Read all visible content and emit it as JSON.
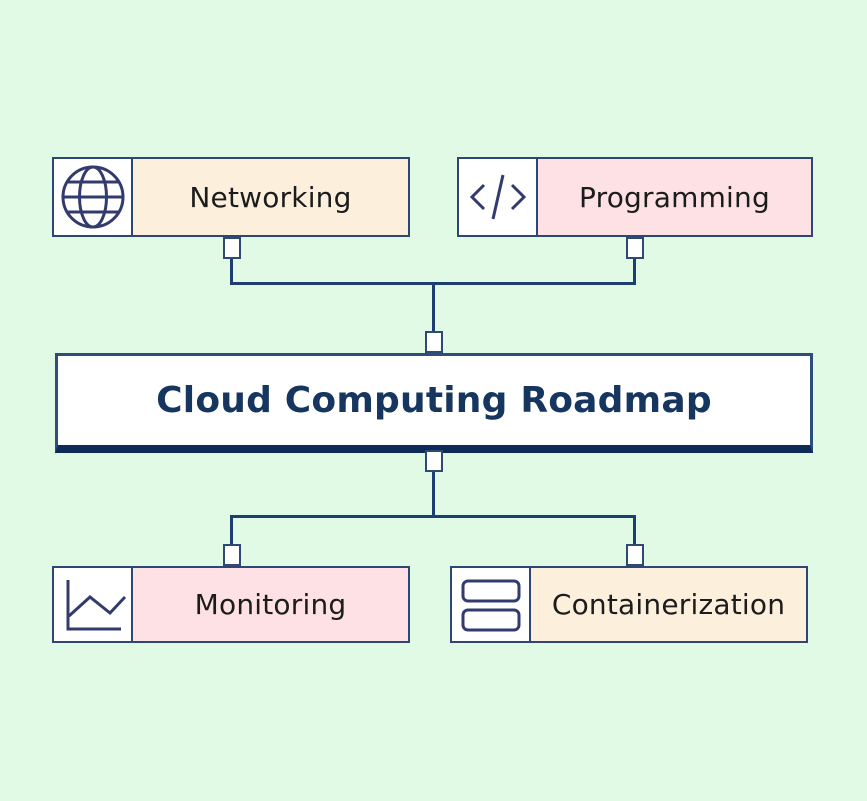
{
  "diagram": {
    "root": {
      "label": "Cloud Computing Roadmap"
    },
    "nodes": [
      {
        "id": "networking",
        "label": "Networking",
        "icon": "globe-icon",
        "label_bg": "#fcf0dd"
      },
      {
        "id": "programming",
        "label": "Programming",
        "icon": "code-icon",
        "label_bg": "#fde1e5"
      },
      {
        "id": "monitoring",
        "label": "Monitoring",
        "icon": "line-chart-icon",
        "label_bg": "#fde1e5"
      },
      {
        "id": "containerization",
        "label": "Containerization",
        "icon": "containers-icon",
        "label_bg": "#fcf0dd"
      }
    ],
    "colors": {
      "background": "#e0fae6",
      "node_border": "#2e4673",
      "root_border": "#2e4d7d",
      "root_underline": "#0d2b57",
      "connector": "#1c3e70",
      "icon_stroke": "#333b6e",
      "title_text": "#16355f",
      "label_text": "#1c1c1c",
      "cream": "#fcf0dd",
      "pink": "#fde1e5"
    }
  }
}
